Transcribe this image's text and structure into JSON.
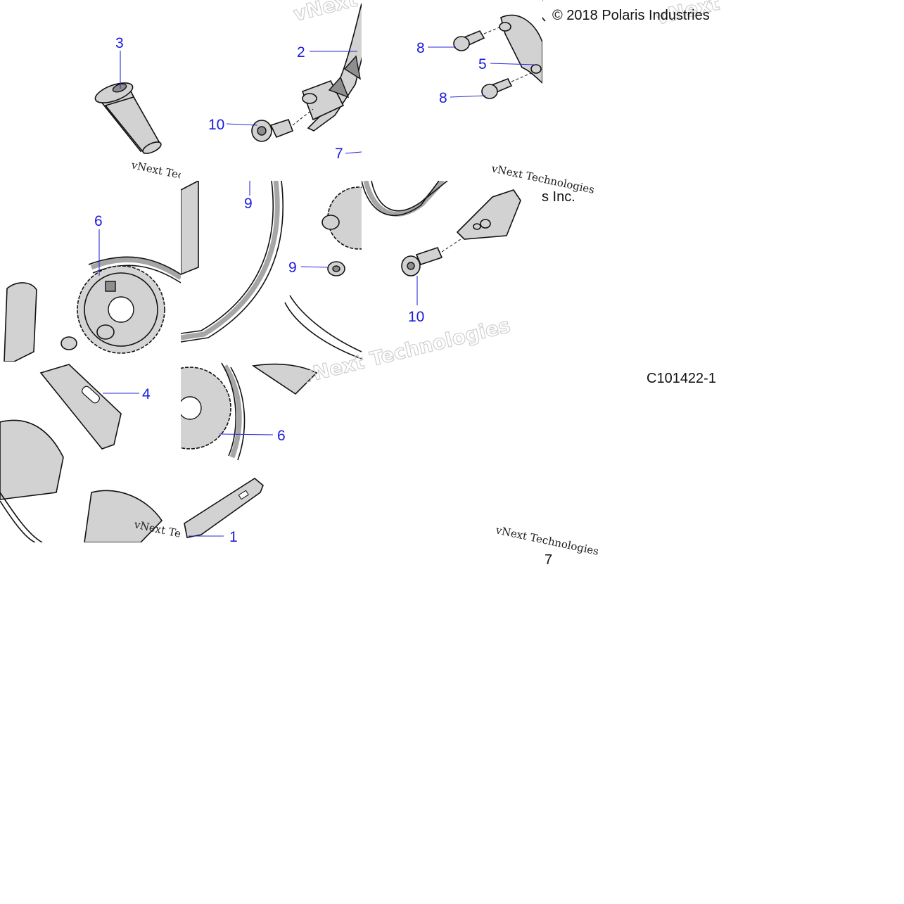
{
  "diagram": {
    "copyright": "© 2018 Polaris Industries",
    "copyright_tail": "s Inc.",
    "drawing_number": "C101422-1",
    "stray_number": "7",
    "watermark_text": "vNext Technologies",
    "callouts": {
      "c1": "1",
      "c2": "2",
      "c3": "3",
      "c4": "4",
      "c5": "5",
      "c6a": "6",
      "c6b": "6",
      "c7": "7",
      "c8a": "8",
      "c8b": "8",
      "c9a": "9",
      "c9b": "9",
      "c10a": "10",
      "c10b": "10"
    },
    "colors": {
      "callout": "#1a1adc",
      "line": "#111111",
      "part_fill": "#d2d2d2"
    }
  }
}
